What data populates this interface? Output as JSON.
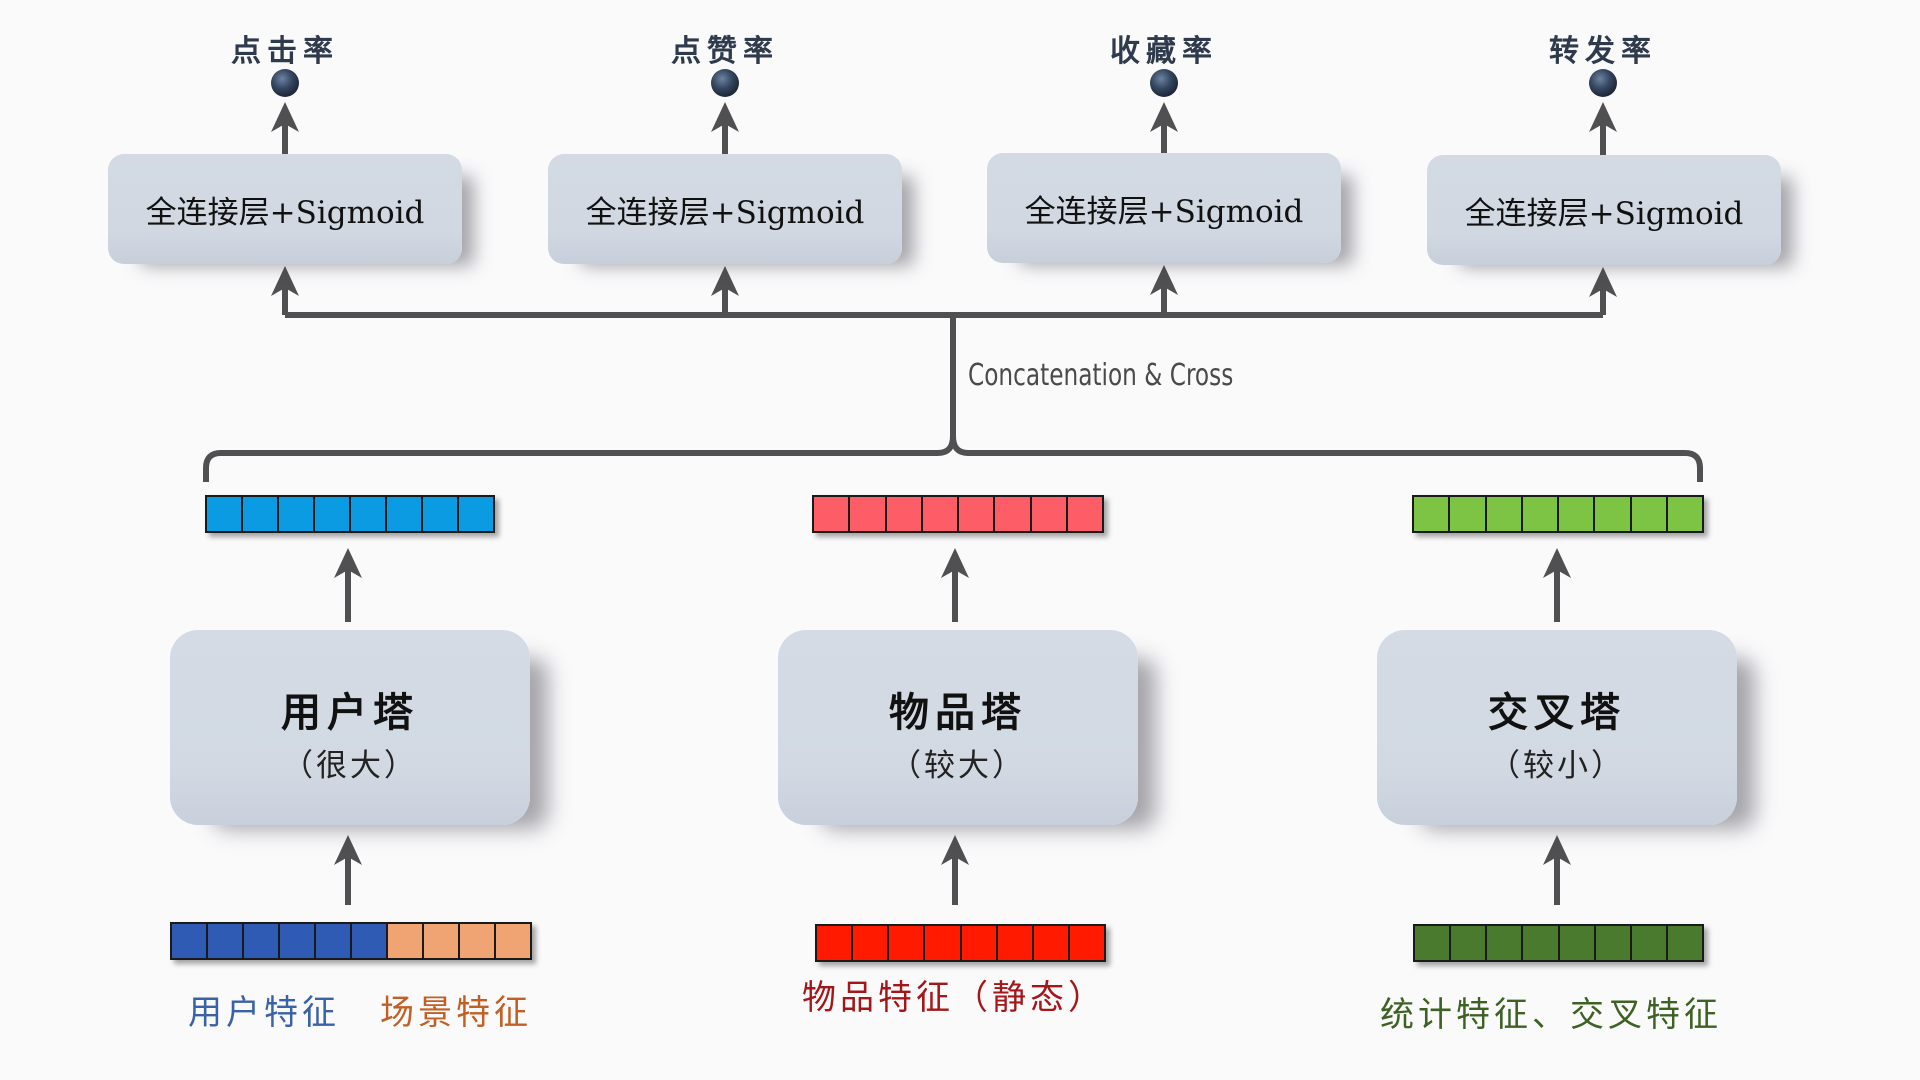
{
  "diagram": {
    "heads": [
      {
        "output_label": "点击率",
        "layer_label": "全连接层+Sigmoid"
      },
      {
        "output_label": "点赞率",
        "layer_label": "全连接层+Sigmoid"
      },
      {
        "output_label": "收藏率",
        "layer_label": "全连接层+Sigmoid"
      },
      {
        "output_label": "转发率",
        "layer_label": "全连接层+Sigmoid"
      }
    ],
    "merge_label": "Concatenation & Cross",
    "towers": [
      {
        "title": "用户塔",
        "size_note": "（很大）",
        "output_vector": {
          "cells": 8,
          "color": "#0a9be3"
        },
        "input_vector": {
          "segments": [
            {
              "cells": 6,
              "color": "#2f5bb5"
            },
            {
              "cells": 4,
              "color": "#f0a373"
            }
          ]
        },
        "input_labels": [
          {
            "text": "用户特征",
            "color": "#3a62a7"
          },
          {
            "text": "场景特征",
            "color": "#c25f24"
          }
        ]
      },
      {
        "title": "物品塔",
        "size_note": "（较大）",
        "output_vector": {
          "cells": 8,
          "color": "#fd5d66"
        },
        "input_vector": {
          "segments": [
            {
              "cells": 8,
              "color": "#ff1a00"
            }
          ]
        },
        "input_labels": [
          {
            "text": "物品特征（静态）",
            "color": "#a3161a"
          }
        ]
      },
      {
        "title": "交叉塔",
        "size_note": "（较小）",
        "output_vector": {
          "cells": 8,
          "color": "#7dc444"
        },
        "input_vector": {
          "segments": [
            {
              "cells": 8,
              "color": "#4a7a2d"
            }
          ]
        },
        "input_labels": [
          {
            "text": "统计特征、交叉特征",
            "color": "#3d6224"
          }
        ]
      }
    ],
    "colors": {
      "line": "#505052",
      "ball": "#34465f"
    }
  }
}
